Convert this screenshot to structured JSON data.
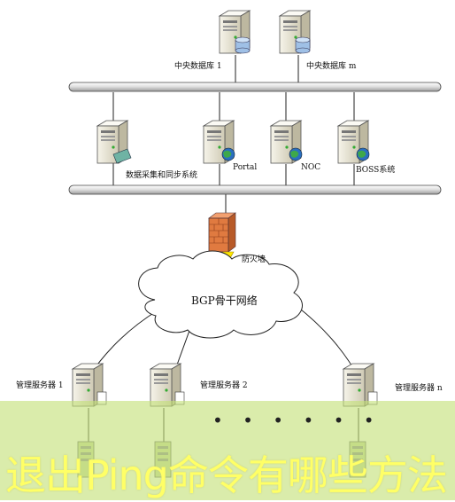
{
  "labels": {
    "db1": "中央数据库 1",
    "dbm": "中央数据库 m",
    "collect": "数据采集和同步系统",
    "portal": "Portal",
    "noc": "NOC",
    "boss": "BOSS系统",
    "firewall": "防火墙",
    "backbone": "BGP骨干网络",
    "mgmt1": "管理服务器 1",
    "mgmt2": "管理服务器 2",
    "mgmtn": "管理服务器 n",
    "ellipsis": "• • • • • •"
  },
  "caption": "退出Ping命令有哪些方法",
  "colors": {
    "overlay": "#c4e078",
    "caption": "#ffff66",
    "bus": "#e8e8e8",
    "firewall": "#e07a40",
    "lightning": "#ffe800",
    "server": "#ece9d8"
  },
  "icons": {
    "db-server": "server-with-database-icon",
    "web-server": "server-with-globe-icon",
    "collect-server": "server-with-network-card-icon",
    "firewall": "brick-wall-icon",
    "cloud": "cloud-icon",
    "lightning": "lightning-bolt-icon"
  }
}
